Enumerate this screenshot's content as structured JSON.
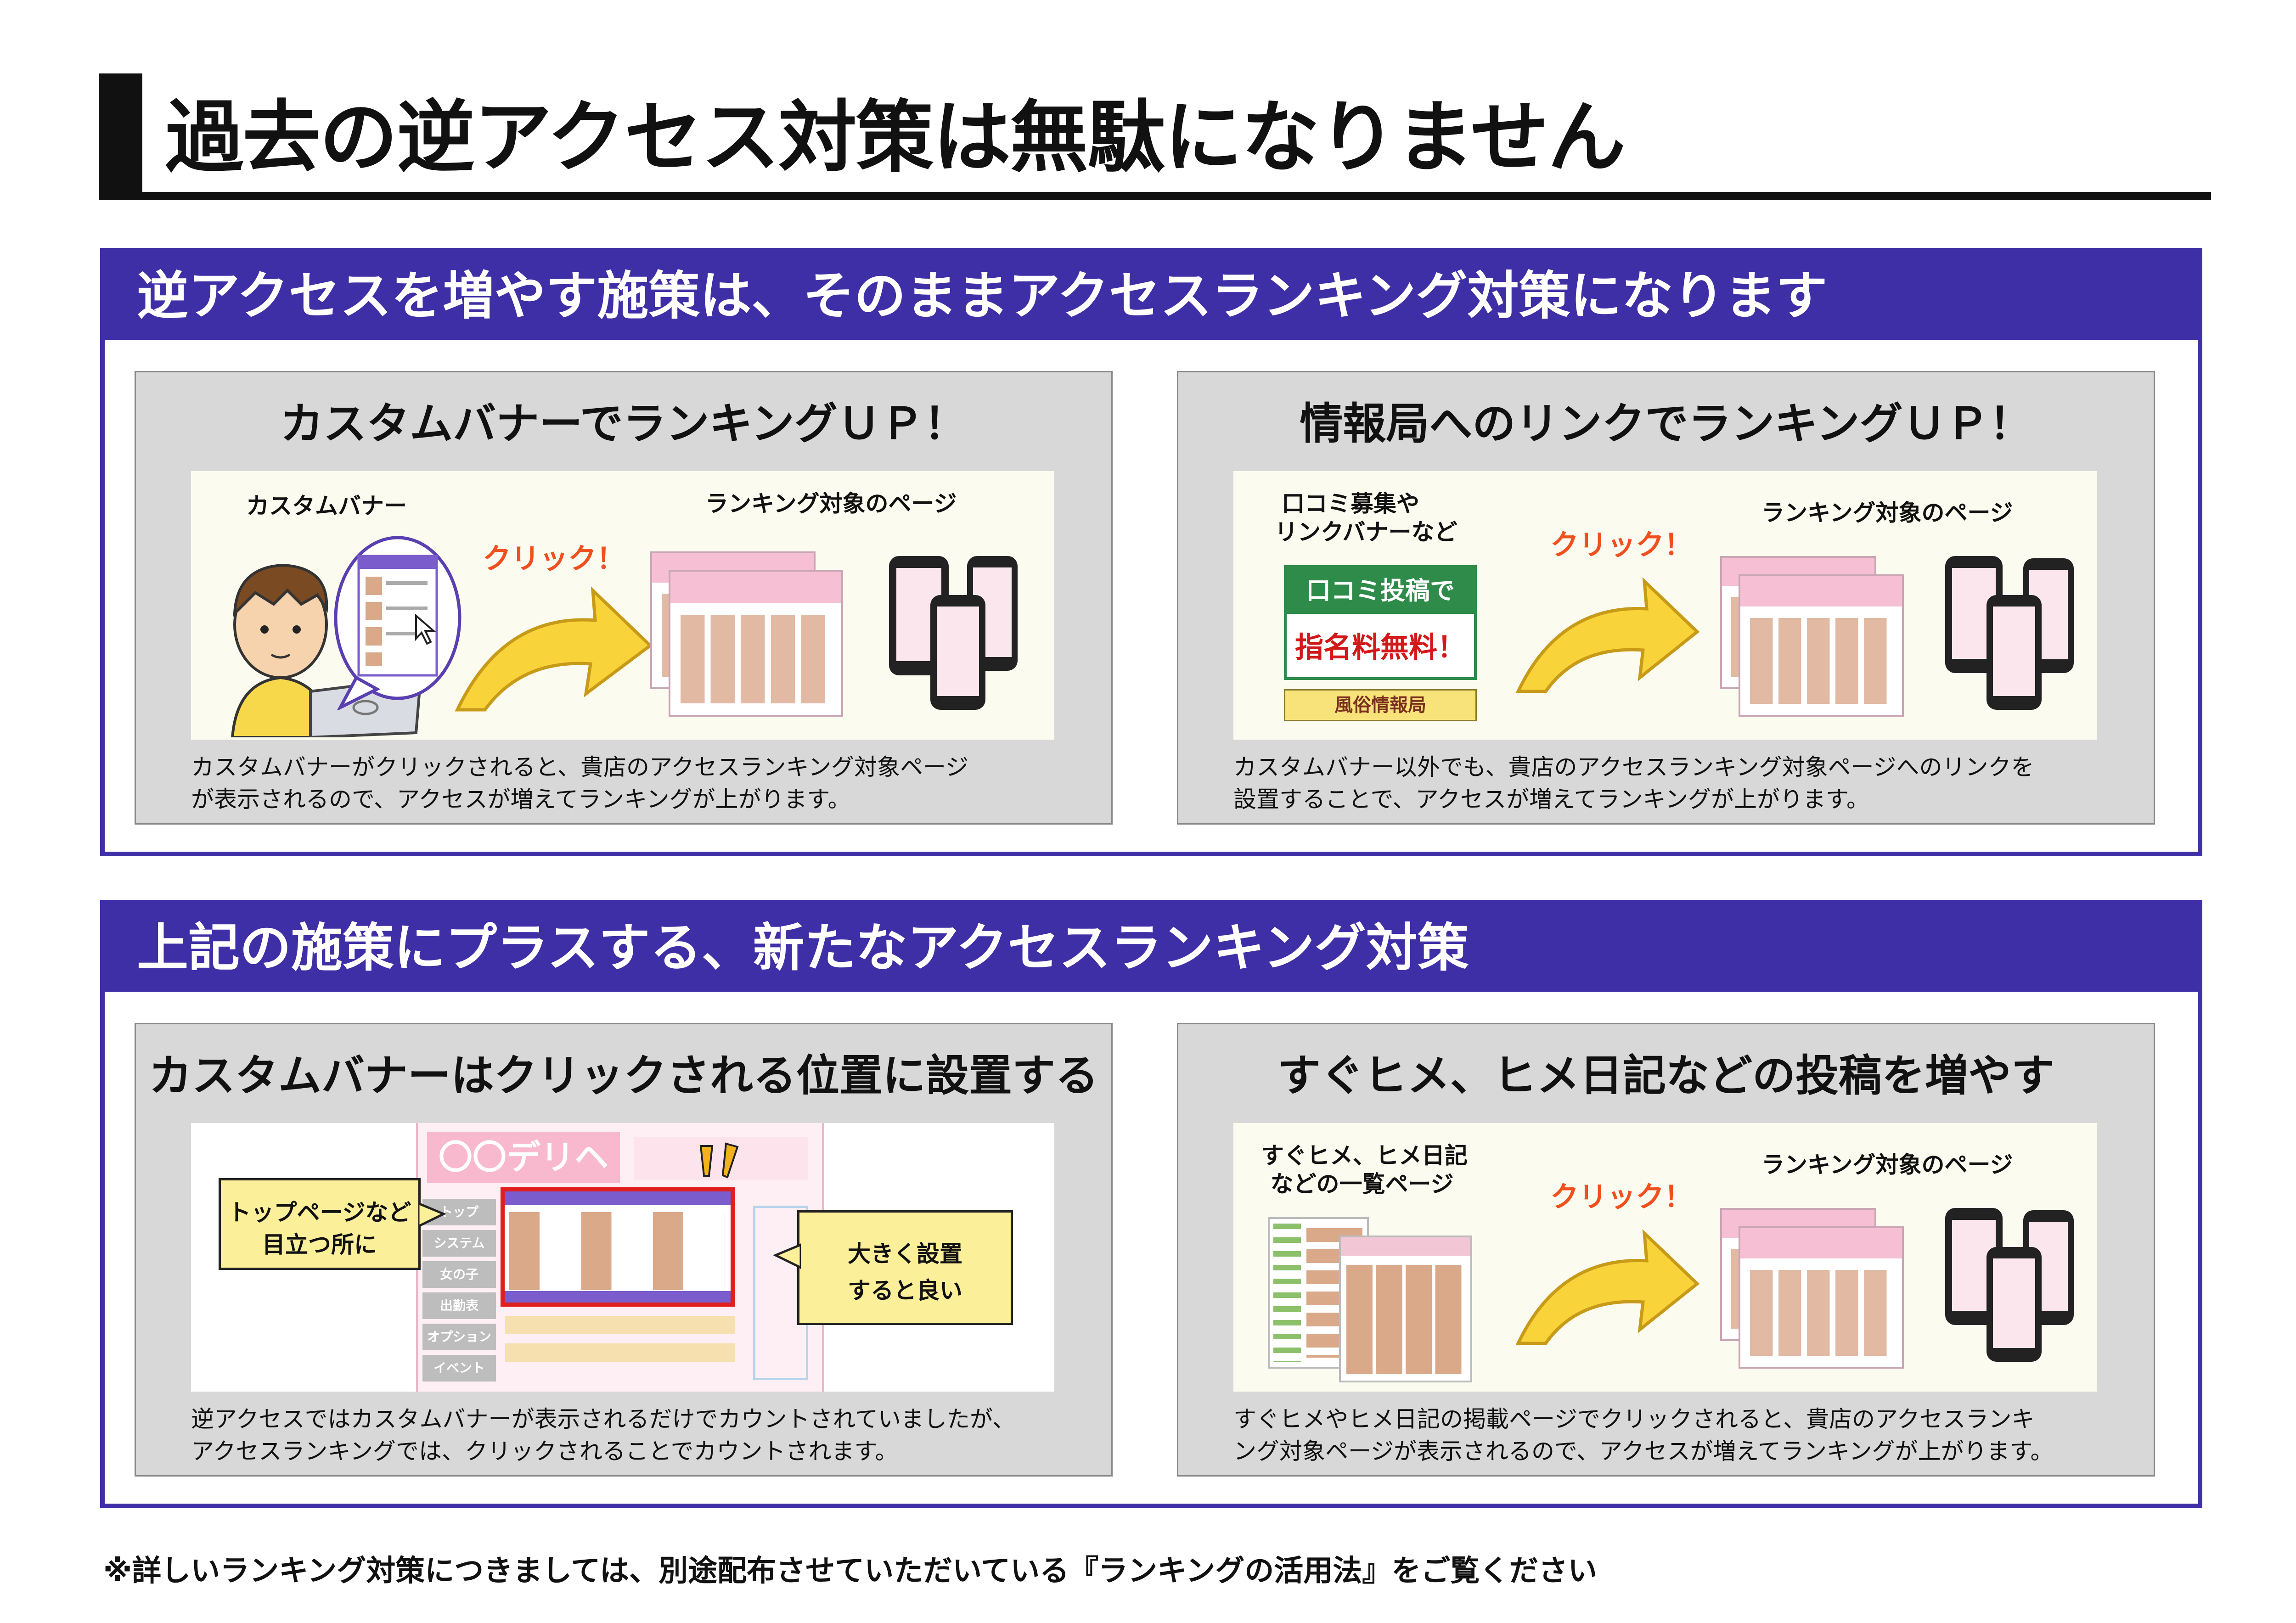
{
  "page": {
    "title": "過去の逆アクセス対策は無駄になりません",
    "footnote": "※詳しいランキング対策につきましては、別途配布させていただいている『ランキングの活用法』をご覧ください"
  },
  "colors": {
    "accent": "#3f2fa6",
    "panel_bg": "#d8d8d8",
    "click_orange": "#f0501e",
    "arrow_yellow": "#f8d33a"
  },
  "sections": [
    {
      "heading": "逆アクセスを増やす施策は、そのままアクセスランキング対策になります",
      "panels": [
        {
          "title": "カスタムバナーでランキングＵＰ！",
          "left_label": "カスタムバナー",
          "click_label": "クリック！",
          "right_label": "ランキング対象のページ",
          "caption": [
            "カスタムバナーがクリックされると、貴店のアクセスランキング対象ページ",
            "が表示されるので、アクセスが増えてランキングが上がります。"
          ]
        },
        {
          "title": "情報局へのリンクでランキングＵＰ！",
          "left_label_1": "口コミ募集や",
          "left_label_2": "リンクバナーなど",
          "banner_line_1": "口コミ投稿で",
          "banner_line_2": "指名料無料！",
          "small_banner": "風俗情報局",
          "click_label": "クリック！",
          "right_label": "ランキング対象のページ",
          "caption": [
            "カスタムバナー以外でも、貴店のアクセスランキング対象ページへのリンクを",
            "設置することで、アクセスが増えてランキングが上がります。"
          ]
        }
      ]
    },
    {
      "heading": "上記の施策にプラスする、新たなアクセスランキング対策",
      "panels": [
        {
          "title": "カスタムバナーはクリックされる位置に設置する",
          "site_name": "〇〇デリヘル",
          "menu": [
            "トップ",
            "システム",
            "女の子",
            "出勤表",
            "オプション",
            "イベント"
          ],
          "callout_left": [
            "トップページなど",
            "目立つ所に"
          ],
          "callout_right": [
            "大きく設置",
            "すると良い"
          ],
          "caption": [
            "逆アクセスではカスタムバナーが表示されるだけでカウントされていましたが、",
            "アクセスランキングでは、クリックされることでカウントされます。"
          ]
        },
        {
          "title": "すぐヒメ、ヒメ日記などの投稿を増やす",
          "left_label_1": "すぐヒメ、ヒメ日記",
          "left_label_2": "などの一覧ページ",
          "click_label": "クリック！",
          "right_label": "ランキング対象のページ",
          "caption": [
            "すぐヒメやヒメ日記の掲載ページでクリックされると、貴店のアクセスランキ",
            "ング対象ページが表示されるので、アクセスが増えてランキングが上がります。"
          ]
        }
      ]
    }
  ]
}
